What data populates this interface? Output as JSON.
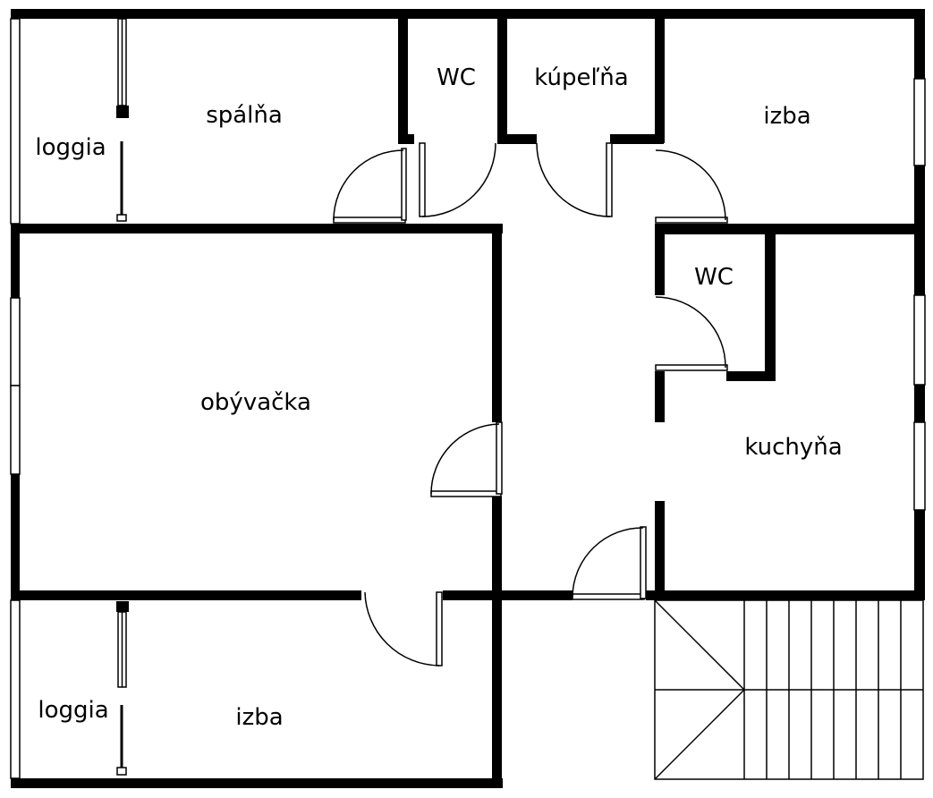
{
  "rooms": {
    "loggia_top": "loggia",
    "bedroom": "spálňa",
    "wc_top": "WC",
    "bathroom": "kúpeľňa",
    "room_top_right": "izba",
    "living_room": "obývačka",
    "wc_right": "WC",
    "kitchen": "kuchyňa",
    "loggia_bottom": "loggia",
    "room_bottom": "izba"
  },
  "colors": {
    "wall": "#000000",
    "background": "#ffffff"
  }
}
